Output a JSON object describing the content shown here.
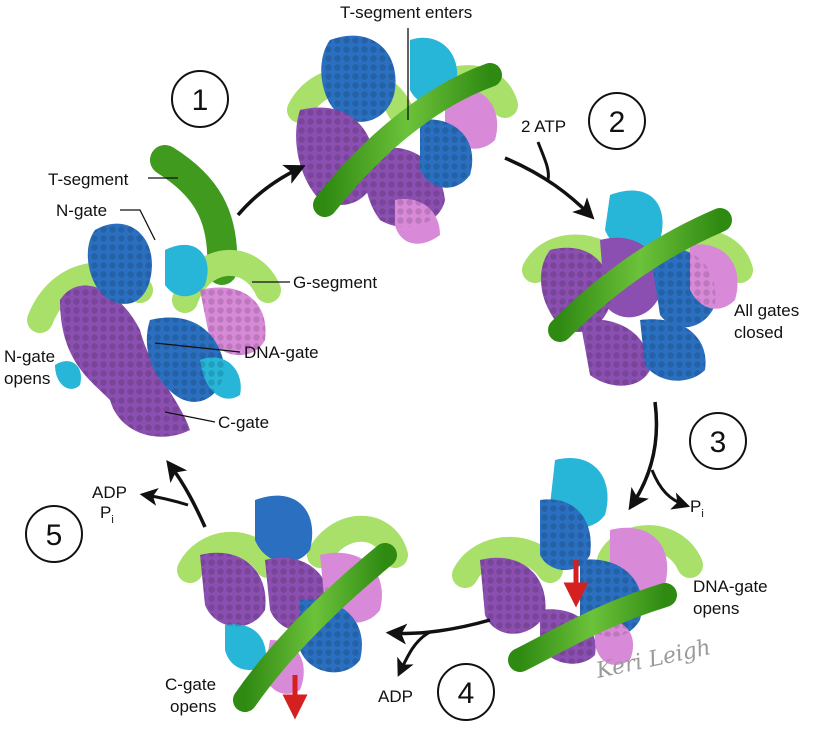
{
  "diagram": {
    "steps": [
      "1",
      "2",
      "3",
      "4",
      "5"
    ],
    "labels": {
      "t_segment": "T-segment",
      "n_gate": "N-gate",
      "g_segment": "G-segment",
      "dna_gate": "DNA-gate",
      "c_gate": "C-gate",
      "n_gate_opens_1": "N-gate",
      "n_gate_opens_2": "opens",
      "t_segment_enters": "T-segment enters",
      "atp": "2 ATP",
      "all_gates_closed_1": "All gates",
      "all_gates_closed_2": "closed",
      "p": "P",
      "i": "i",
      "dna_gate_opens_1": "DNA-gate",
      "dna_gate_opens_2": "opens",
      "adp": "ADP",
      "c_gate_opens_1": "C-gate",
      "c_gate_opens_2": "opens",
      "adp_5": "ADP",
      "p_5": "P",
      "i_5": "i"
    },
    "signature": "Keri Leigh",
    "colors": {
      "dna_dark": "#3f9a1e",
      "dna_light": "#a8e06a",
      "protein_purple": "#8a4fb0",
      "protein_pink": "#d88ad8",
      "protein_blue": "#2a6fc0",
      "protein_cyan": "#27b6d8",
      "arrow": "#111111",
      "movement_arrow": "#d42020"
    }
  }
}
